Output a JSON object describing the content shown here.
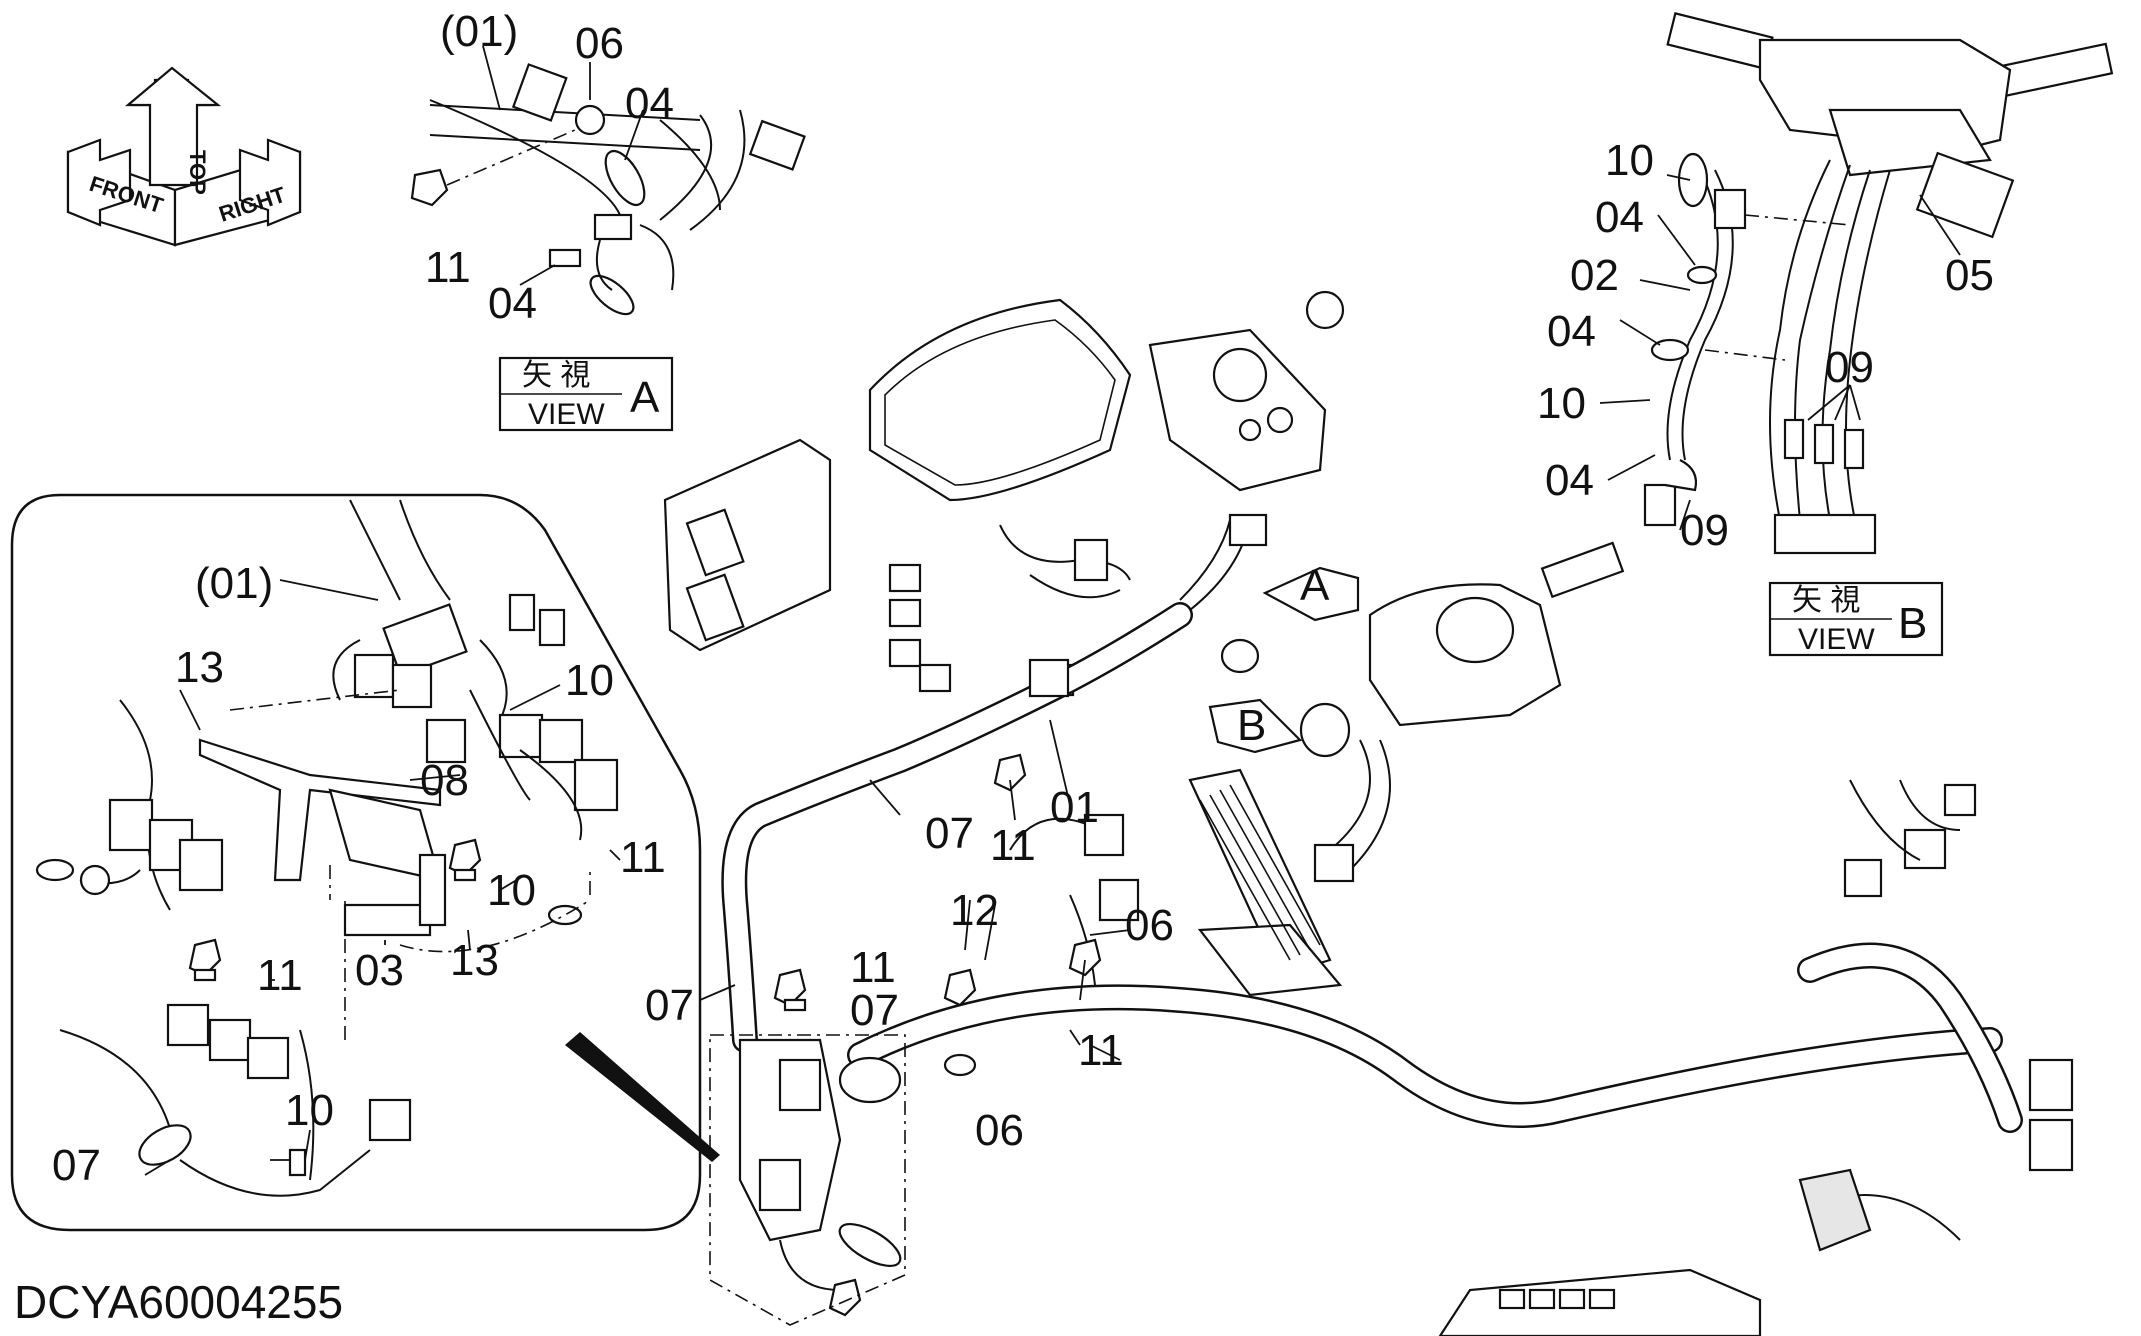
{
  "document_id": "DCYA60004255",
  "orientation": {
    "front": "FRONT",
    "top": "TOP",
    "right": "RIGHT"
  },
  "views": {
    "a": {
      "kanji": "矢 視",
      "view": "VIEW",
      "letter": "A"
    },
    "b": {
      "kanji": "矢 視",
      "view": "VIEW",
      "letter": "B"
    }
  },
  "arrows": {
    "a": "A",
    "b": "B"
  },
  "callouts": {
    "view_a": [
      "(01)",
      "06",
      "04",
      "11",
      "04"
    ],
    "view_b": [
      "10",
      "04",
      "02",
      "04",
      "10",
      "04",
      "09",
      "09",
      "05"
    ],
    "detail": [
      "(01)",
      "13",
      "10",
      "08",
      "11",
      "10",
      "13",
      "03",
      "11",
      "07",
      "10"
    ],
    "main": [
      "07",
      "11",
      "01",
      "12",
      "06",
      "11",
      "11",
      "07",
      "07",
      "06"
    ]
  },
  "colors": {
    "line": "#111111",
    "background": "#ffffff"
  }
}
